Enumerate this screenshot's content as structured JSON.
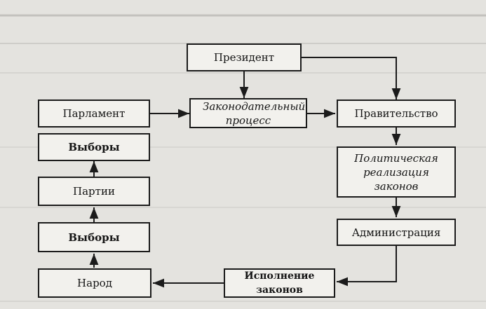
{
  "nodes": {
    "president": "Президент",
    "legislative": "Законодательный процесс",
    "parliament": "Парламент",
    "government": "Правительство",
    "elections_top": "Выборы",
    "political_impl": "Политическая реализация законов",
    "parties": "Партии",
    "administration": "Администрация",
    "elections_bottom": "Выборы",
    "people": "Народ",
    "law_execution": "Исполнение законов"
  },
  "colors": {
    "background": "#e4e3df",
    "box_fill": "#f2f1ed",
    "line": "#1b1b1b"
  }
}
